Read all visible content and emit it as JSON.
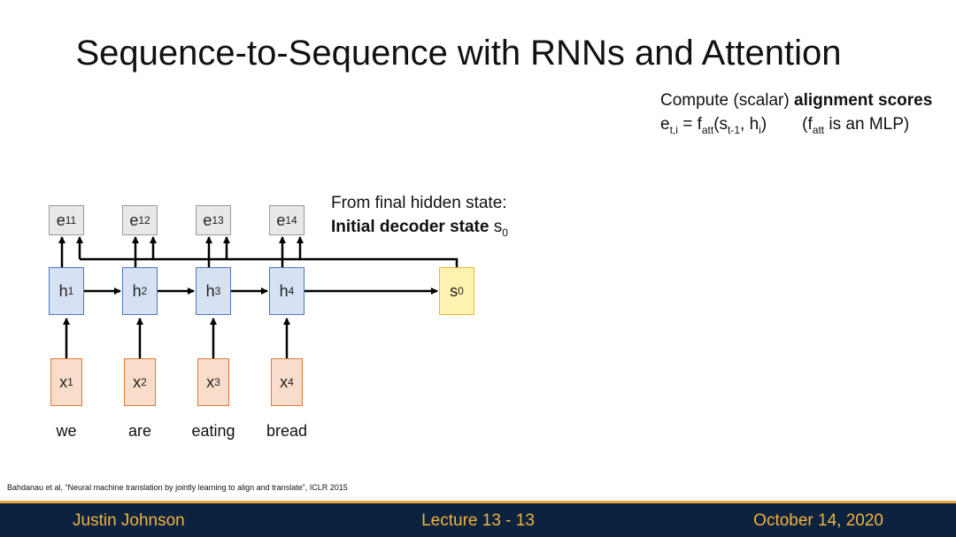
{
  "slide": {
    "title": "Sequence-to-Sequence with RNNs and Attention",
    "right_note": {
      "line1_plain": "Compute (scalar) ",
      "line1_bold": "alignment scores",
      "formula": {
        "e": "e",
        "e_sub": "t,i",
        "eq": " = f",
        "f_sub": "att",
        "open": "(s",
        "s_sub": "t-1",
        "comma": ", h",
        "h_sub": "i",
        "close": ")",
        "paren_open": "(f",
        "paren_sub": "att",
        "paren_rest": " is an MLP)"
      }
    },
    "mid_note": {
      "line1": "From final hidden state:",
      "line2_bold": "Initial decoder state",
      "line2_s": " s",
      "line2_sub": "0"
    },
    "encoder": {
      "e_boxes": [
        {
          "base": "e",
          "sub": "11"
        },
        {
          "base": "e",
          "sub": "12"
        },
        {
          "base": "e",
          "sub": "13"
        },
        {
          "base": "e",
          "sub": "14"
        }
      ],
      "h_boxes": [
        {
          "base": "h",
          "sub": "1"
        },
        {
          "base": "h",
          "sub": "2"
        },
        {
          "base": "h",
          "sub": "3"
        },
        {
          "base": "h",
          "sub": "4"
        }
      ],
      "x_boxes": [
        {
          "base": "x",
          "sub": "1"
        },
        {
          "base": "x",
          "sub": "2"
        },
        {
          "base": "x",
          "sub": "3"
        },
        {
          "base": "x",
          "sub": "4"
        }
      ],
      "words": [
        "we",
        "are",
        "eating",
        "bread"
      ]
    },
    "decoder": {
      "s0": {
        "base": "s",
        "sub": "0"
      }
    },
    "citation": "Bahdanau et al, “Neural machine translation by jointly learning to align and translate”, ICLR 2015",
    "footer": {
      "left": "Justin Johnson",
      "center": "Lecture 13 - 13",
      "right": "October 14, 2020"
    },
    "colors": {
      "footer_bg": "#0c2340",
      "footer_text": "#f3b13b",
      "h_fill": "#d6e1f3",
      "h_border": "#4a78c2",
      "x_fill": "#f9dcc9",
      "x_border": "#e07a3a",
      "s_fill": "#fff2b0",
      "s_border": "#e8b92c",
      "e_fill": "#e8e8e8",
      "e_border": "#9a9a9a"
    }
  }
}
